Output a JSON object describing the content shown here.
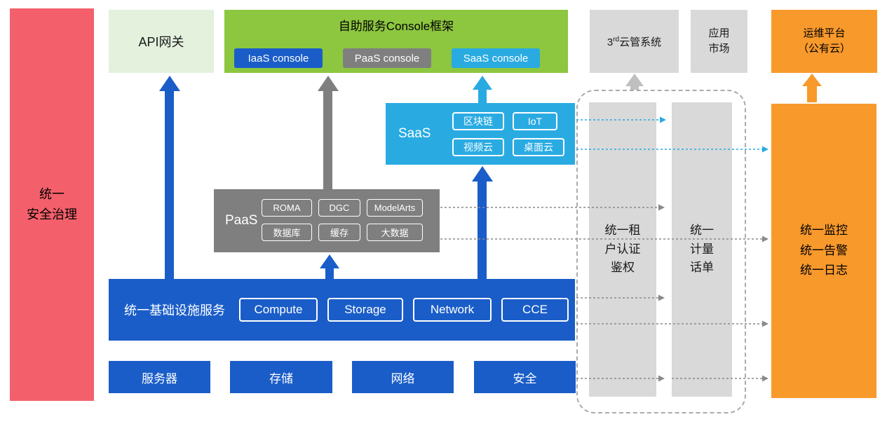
{
  "colors": {
    "blue": "#1A5DC8",
    "cyan": "#29ABE2",
    "gray_dark": "#7F7F7F",
    "gray_light": "#D9D9D9",
    "green": "#8DC63F",
    "green_light": "#E3F1DD",
    "orange": "#F8992C",
    "red": "#F3606B"
  },
  "left_bar": {
    "lines": [
      "统一",
      "安全治理"
    ]
  },
  "top_row": {
    "api_gateway": {
      "label": "API网关"
    },
    "console_frame": {
      "title": "自助服务Console框架",
      "consoles": [
        {
          "label": "IaaS console"
        },
        {
          "label": "PaaS console"
        },
        {
          "label": "SaaS console"
        }
      ]
    },
    "third_party_cloud": {
      "base": "3",
      "sup": "rd",
      "rest": "云管系统"
    },
    "app_market": {
      "lines": [
        "应用",
        "市场"
      ]
    },
    "om_platform": {
      "lines": [
        "运维平台",
        "（公有云）"
      ]
    }
  },
  "saas": {
    "label": "SaaS",
    "items": [
      "区块链",
      "IoT",
      "视频云",
      "桌面云"
    ]
  },
  "paas": {
    "label": "PaaS",
    "items": [
      "ROMA",
      "DGC",
      "ModelArts",
      "数据库",
      "缓存",
      "大数据"
    ]
  },
  "iaas": {
    "label": "统一基础设施服务",
    "items": [
      "Compute",
      "Storage",
      "Network",
      "CCE"
    ]
  },
  "hardware_row": {
    "items": [
      "服务器",
      "存储",
      "网络",
      "安全"
    ]
  },
  "right_columns": {
    "tenant_auth": {
      "lines": [
        "统一租",
        "户认证",
        "鉴权"
      ]
    },
    "metering": {
      "lines": [
        "统一",
        "计量",
        "话单"
      ]
    },
    "monitoring": {
      "lines": [
        "统一监控",
        "统一告警",
        "统一日志"
      ]
    }
  }
}
